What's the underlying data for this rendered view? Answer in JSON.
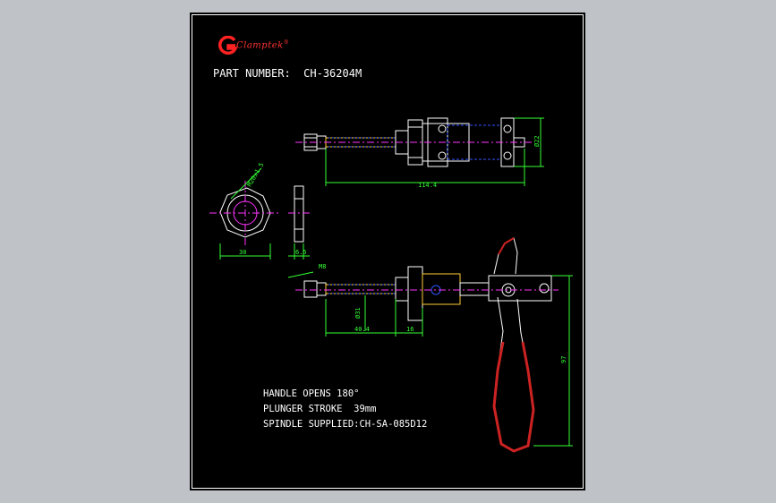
{
  "logo": {
    "brand": "Clamptek",
    "trademark": "®",
    "color": "#ff2222"
  },
  "part_number": {
    "label": "PART NUMBER:",
    "value": "CH-36204M"
  },
  "dimensions": {
    "overall_length": "114.4",
    "top_diameter": "Ø22",
    "nut_thread": "M20x1.5",
    "nut_width": "30",
    "nut_thickness": "6.5",
    "thread_m8": "M8",
    "plunger_diameter": "Ø31",
    "plunger_length": "40.4",
    "collar_width": "16",
    "handle_height": "97"
  },
  "notes": [
    "HANDLE OPENS 180°",
    "PLUNGER STROKE  39mm",
    "SPINDLE SUPPLIED:CH-SA-085D12"
  ],
  "colors": {
    "background": "#bfc3c8",
    "sheet": "#000000",
    "outline": "#ffffff",
    "dimension": "#33ff33",
    "centerline": "#ff33ff",
    "hidden": "#3355ff",
    "handle": "#cc2222",
    "part": "#ffcc33"
  }
}
